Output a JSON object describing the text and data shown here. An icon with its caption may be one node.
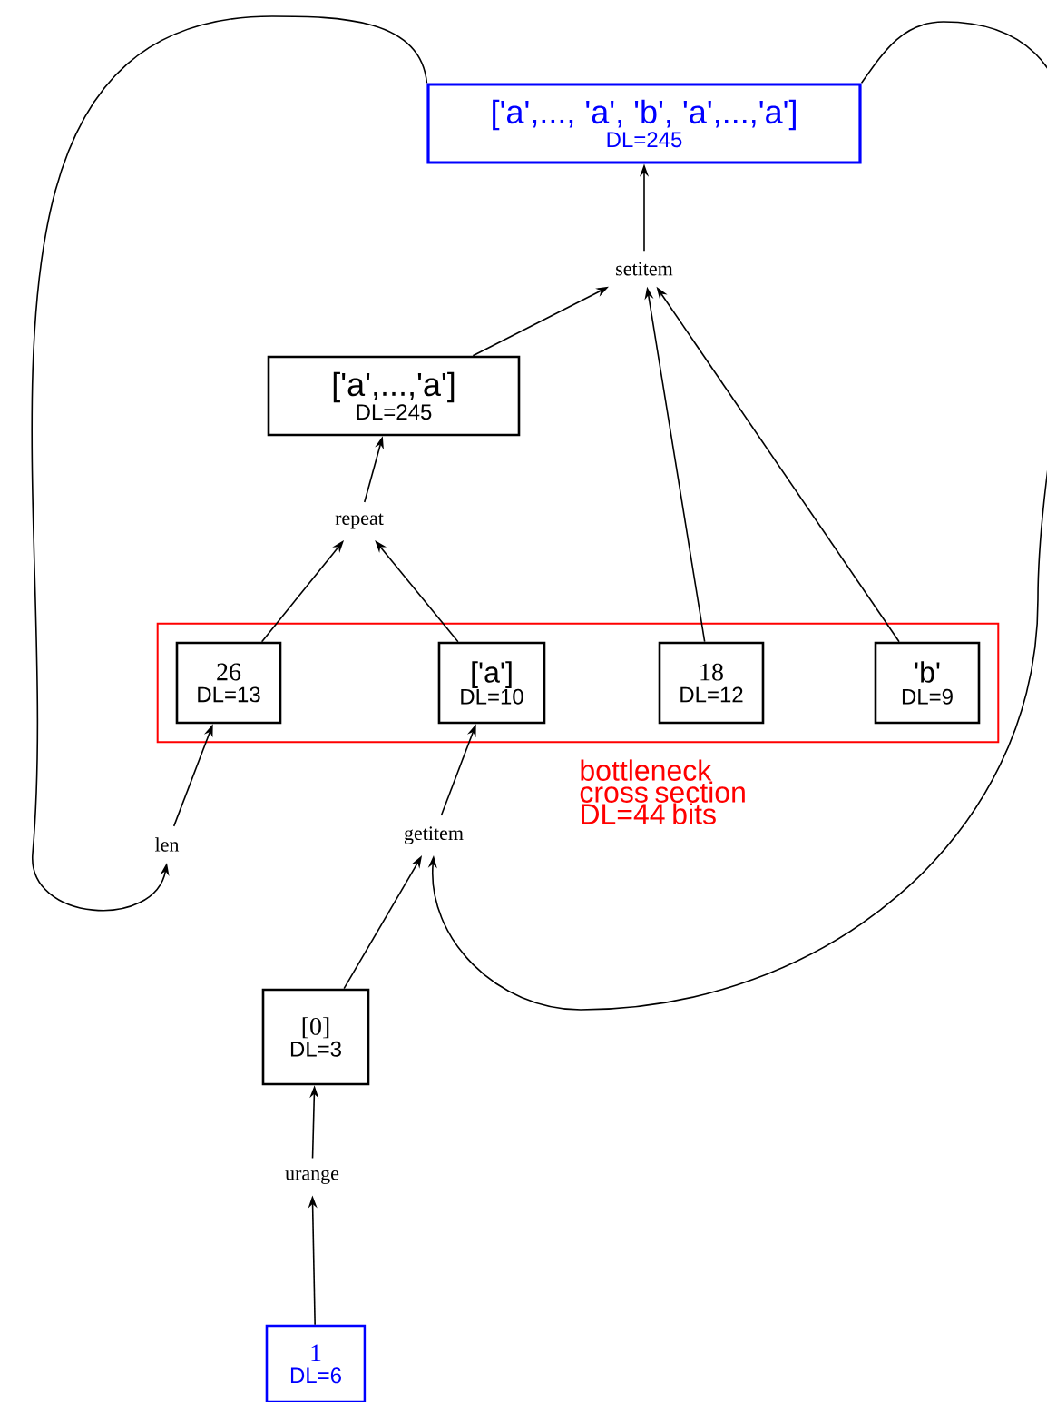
{
  "diagram": {
    "nodes": [
      {
        "text": [
          "['a',..., 'a', 'b', 'a',...,'a']",
          "DL=245"
        ]
      },
      {
        "text": [
          "setitem"
        ]
      },
      {
        "text": [
          "['a',...,'a']",
          "DL=245"
        ]
      },
      {
        "text": [
          "repeat"
        ]
      },
      {
        "text": [
          "bottleneck cross section DL=44 bits"
        ]
      },
      {
        "text": [
          "26",
          "DL=13"
        ],
        "in": 4
      },
      {
        "text": [
          "['a']",
          "DL=10"
        ],
        "in": 4
      },
      {
        "text": [
          "18",
          "DL=12"
        ],
        "in": 4
      },
      {
        "text": [
          "'b'",
          "DL=9"
        ],
        "in": 4
      },
      {
        "text": [
          "len"
        ]
      },
      {
        "text": [
          "getitem"
        ]
      },
      {
        "text": [
          "[0]",
          "DL=3"
        ]
      },
      {
        "text": [
          "urange"
        ]
      },
      {
        "text": [
          "1",
          "DL=6"
        ]
      }
    ],
    "edges": [
      {
        "from": 1,
        "to": 0,
        "arrow": "to"
      },
      {
        "from": 2,
        "to": 1,
        "arrow": "to"
      },
      {
        "from": 3,
        "to": 2,
        "arrow": "to"
      },
      {
        "from": 5,
        "to": 3,
        "arrow": "to"
      },
      {
        "from": 6,
        "to": 3,
        "arrow": "to"
      },
      {
        "from": 7,
        "to": 1,
        "arrow": "to"
      },
      {
        "from": 8,
        "to": 1,
        "arrow": "to"
      },
      {
        "from": 9,
        "to": 5,
        "arrow": "to"
      },
      {
        "from": 10,
        "to": 6,
        "arrow": "to"
      },
      {
        "from": 11,
        "to": 10,
        "arrow": "to"
      },
      {
        "from": 12,
        "to": 11,
        "arrow": "to"
      },
      {
        "from": 13,
        "to": 12,
        "arrow": "to"
      },
      {
        "from": 0,
        "to": 9,
        "arrow": "to"
      },
      {
        "from": 0,
        "to": 10,
        "arrow": "to"
      }
    ]
  }
}
